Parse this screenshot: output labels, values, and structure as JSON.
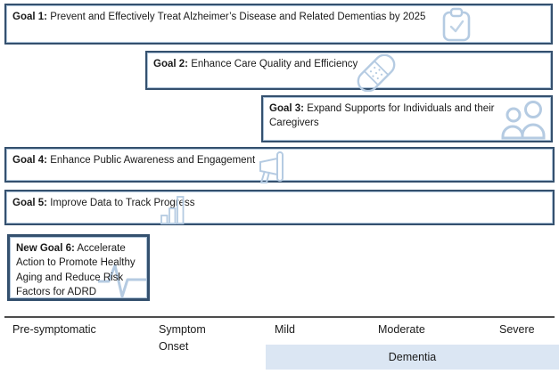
{
  "colors": {
    "box_border": "#34506e",
    "box_inner_line": "#aec4d9",
    "icon": "#b5cbe2",
    "dementia_band_bg": "#dbe6f3",
    "axis_line": "#4d4d4d",
    "text": "#1a1a1a"
  },
  "goals": [
    {
      "prefix": "Goal 1:",
      "text": "Prevent and Effectively Treat Alzheimer’s Disease and Related Dementias by 2025",
      "icon": "clipboard-check-icon"
    },
    {
      "prefix": "Goal 2:",
      "text": "Enhance Care Quality and Efficiency",
      "icon": "bandage-icon"
    },
    {
      "prefix": "Goal 3:",
      "text": "Expand Supports for Individuals and their Caregivers",
      "icon": "people-icon"
    },
    {
      "prefix": "Goal 4:",
      "text": "Enhance Public Awareness and Engagement",
      "icon": "megaphone-icon"
    },
    {
      "prefix": "Goal 5:",
      "text": "Improve Data to Track Progress",
      "icon": "bar-chart-icon"
    },
    {
      "prefix": "New Goal 6:",
      "text": "Accelerate Action to Promote Healthy Aging and Reduce Risk Factors for ADRD",
      "icon": "heartbeat-icon"
    }
  ],
  "timeline": {
    "stages": [
      "Pre-symptomatic",
      "Symptom Onset",
      "Mild",
      "Moderate",
      "Severe"
    ],
    "band_label": "Dementia"
  }
}
